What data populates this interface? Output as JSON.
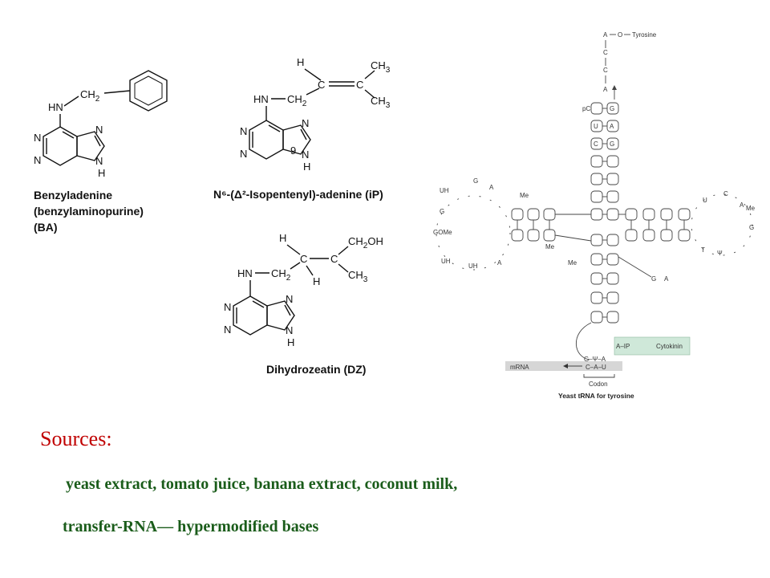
{
  "ba": {
    "substituent": "CH",
    "sub2": "2",
    "nh": "HN",
    "name_line1": "Benzyladenine",
    "name_line2": "(benzylaminopurine)",
    "name_line3": "(BA)"
  },
  "ip": {
    "h": "H",
    "ch3a": "CH",
    "ch3b": "CH",
    "three": "3",
    "c": "C",
    "nh": "HN",
    "ch2": "CH",
    "two": "2",
    "ring9": "9",
    "name": "N⁶-(Δ²-Isopentenyl)-adenine (iP)"
  },
  "dz": {
    "h": "H",
    "ch2oh": "CH",
    "oh": "OH",
    "ch3": "CH",
    "three": "3",
    "c": "C",
    "nh": "HN",
    "ch2": "CH",
    "two": "2",
    "name": "Dihydrozeatin (DZ)"
  },
  "purine": {
    "n": "N",
    "h": "H"
  },
  "trna": {
    "acceptor": [
      "A",
      "O",
      "Tyrosine",
      "C",
      "C",
      "A"
    ],
    "stem_labels": [
      "pC",
      "G",
      "U",
      "A",
      "C",
      "G"
    ],
    "loop_left": [
      "UH",
      "G",
      "A",
      "A",
      "GOMe",
      "Me",
      "UH",
      "A",
      "G"
    ],
    "loop_right": [
      "U",
      "C",
      "A",
      "Me",
      "G",
      "Ψ",
      "T"
    ],
    "me": "Me",
    "anticodon_ip": "A–IP",
    "cytokinin": "Cytokinin",
    "mrna": "mRNA",
    "codon_bases": "C–A–U",
    "anticodon_top": "G–Ψ–A",
    "codon": "Codon",
    "title": "Yeast tRNA for tyrosine"
  },
  "sources": {
    "title": "Sources:",
    "line1": "yeast extract, tomato juice, banana extract, coconut milk,",
    "line2": "transfer-RNA— hypermodified bases"
  }
}
